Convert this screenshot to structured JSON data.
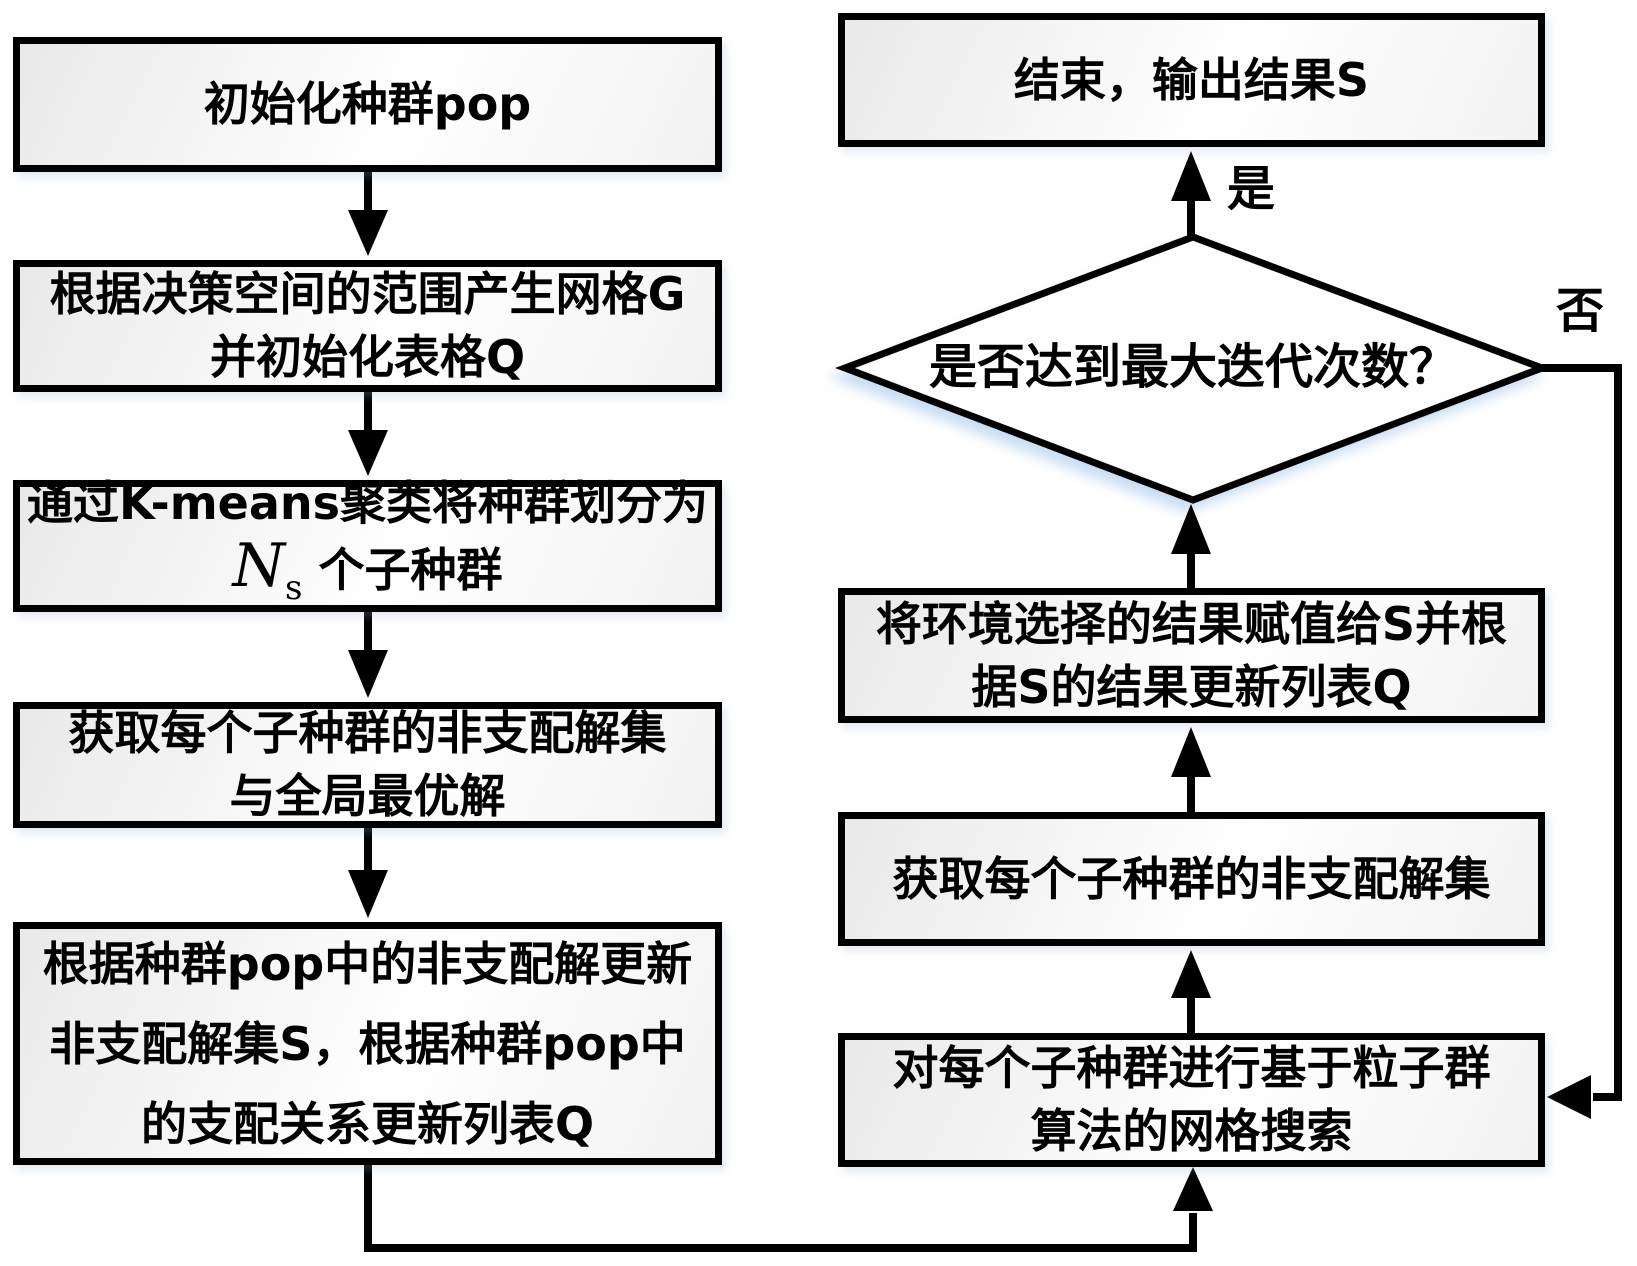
{
  "diagram": {
    "nodes": {
      "init": {
        "label": "初始化种群pop"
      },
      "grid": {
        "lines": [
          "根据决策空间的范围产生网格G",
          "并初始化表格Q"
        ]
      },
      "kmeans": {
        "line1": "通过K-means聚类将种群划分为",
        "var_base": "N",
        "var_sub": "s",
        "line2_suffix": "个子种群"
      },
      "subpop_nd": {
        "lines": [
          "获取每个子种群的非支配解集",
          "与全局最优解"
        ]
      },
      "update_q": {
        "lines": [
          "根据种群pop中的非支配解更新",
          "非支配解集S，根据种群pop中",
          "的支配关系更新列表Q"
        ]
      },
      "end": {
        "label": "结束，输出结果S"
      },
      "decision": {
        "label": "是否达到最大迭代次数？"
      },
      "assign": {
        "lines": [
          "将环境选择的结果赋值给S并根",
          "据S的结果更新列表Q"
        ]
      },
      "nd_right": {
        "label": "获取每个子种群的非支配解集"
      },
      "pso": {
        "lines": [
          "对每个子种群进行基于粒子群",
          "算法的网格搜索"
        ]
      }
    },
    "edge_labels": {
      "yes": "是",
      "no": "否"
    },
    "colors": {
      "line": "#000000",
      "text": "#000000",
      "background": "#ffffff",
      "box_fill_light": "#ffffff",
      "box_fill_shade": "#ebebeb",
      "diamond_glow": "#bcd6ee"
    }
  }
}
